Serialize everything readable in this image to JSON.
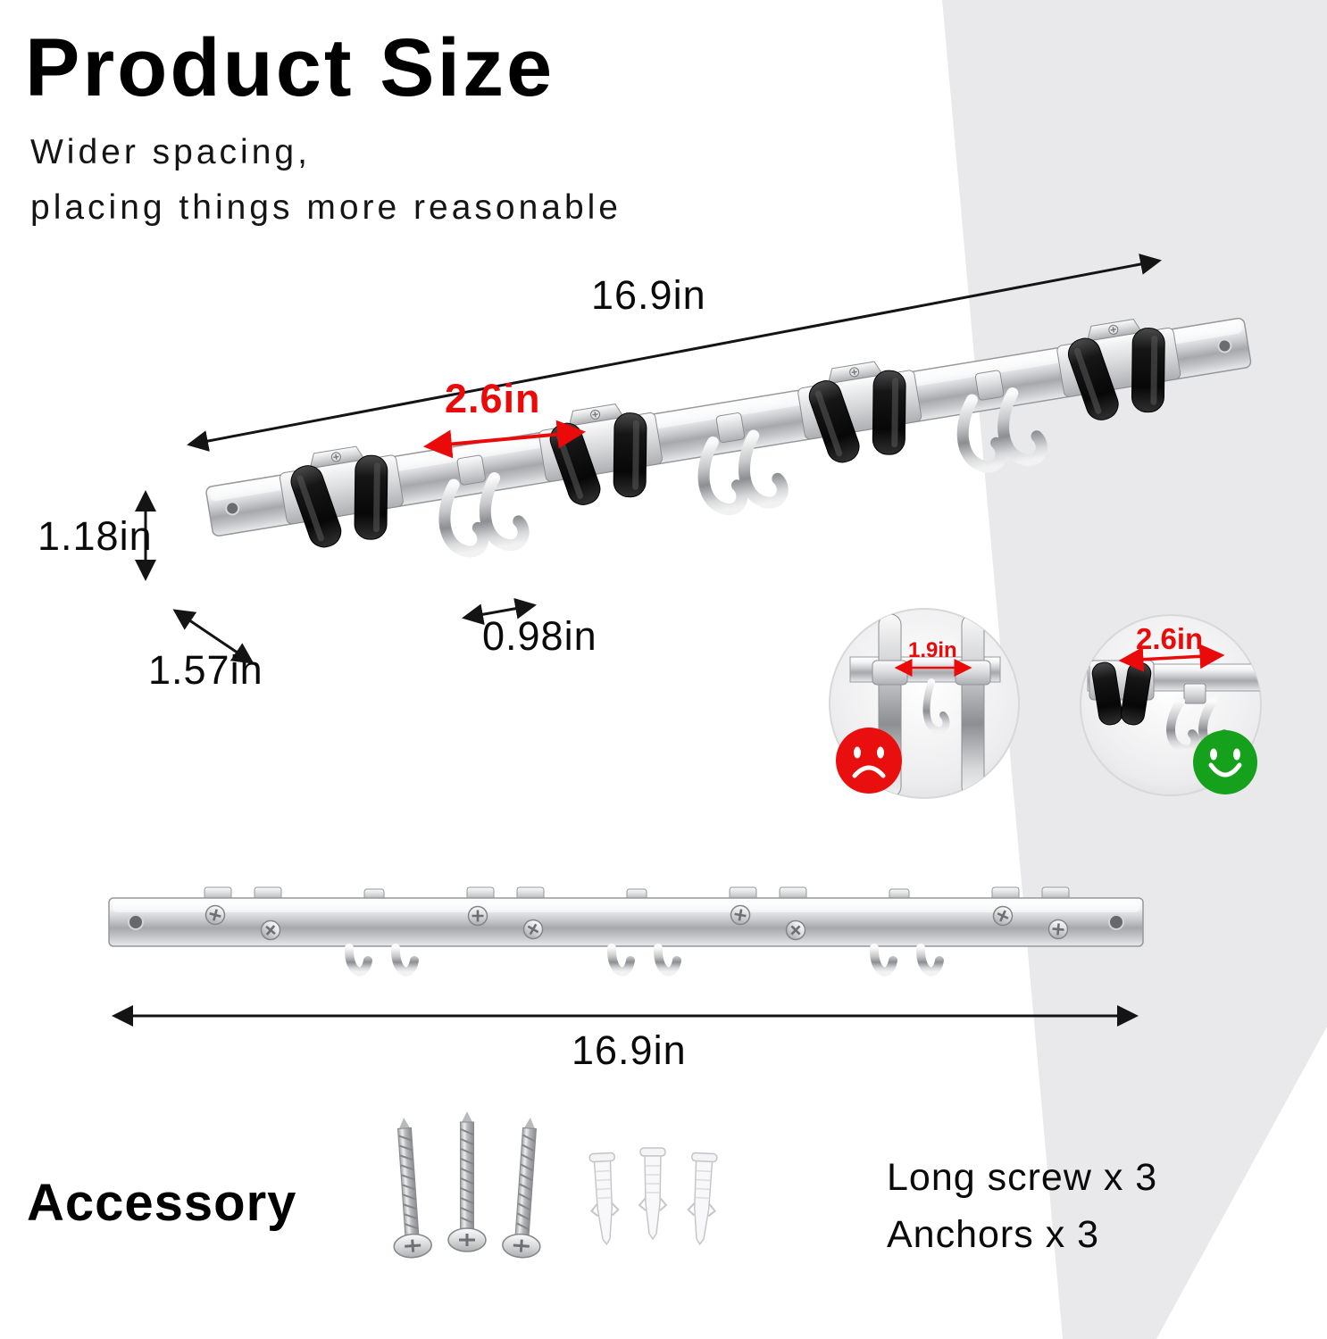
{
  "header": {
    "title": "Product Size",
    "subtitle_line1": "Wider spacing,",
    "subtitle_line2": "placing things more reasonable"
  },
  "dimensions": {
    "overall_length_top": "16.9in",
    "hook_spacing": "2.6in",
    "rail_height": "1.18in",
    "rail_depth": "1.57in",
    "hook_width": "0.98in",
    "narrow_spacing": "1.9in",
    "wide_spacing": "2.6in",
    "overall_length_bottom": "16.9in"
  },
  "comparison": {
    "bad_icon": "sad-face",
    "good_icon": "happy-face"
  },
  "accessory": {
    "label": "Accessory",
    "items": [
      {
        "label": "Long screw x 3"
      },
      {
        "label": "Anchors x 3"
      }
    ]
  },
  "colors": {
    "dimension_red": "#ea0a0a",
    "good_green": "#16a11d",
    "text_black": "#050505",
    "background_band": "#e9e9ec"
  }
}
